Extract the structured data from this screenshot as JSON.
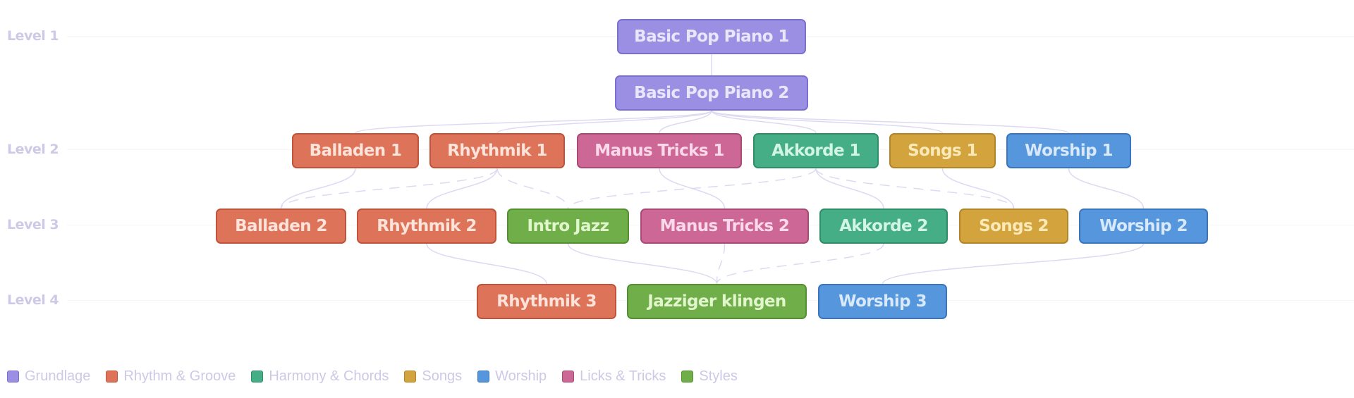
{
  "levels": [
    {
      "label": "Level 1"
    },
    {
      "label": "Level 2"
    },
    {
      "label": "Level 3"
    },
    {
      "label": "Level 4"
    }
  ],
  "categories": {
    "grundlage": {
      "label": "Grundlage",
      "fill": "#9a8fe2",
      "border": "#7c6fd4",
      "text": "#e9e6fb"
    },
    "rhythm": {
      "label": "Rhythm & Groove",
      "fill": "#dd745a",
      "border": "#c0533a",
      "text": "#fde3d9"
    },
    "harmony": {
      "label": "Harmony & Chords",
      "fill": "#45ae86",
      "border": "#2f8e68",
      "text": "#d3f5e6"
    },
    "songs": {
      "label": "Songs",
      "fill": "#d3a33d",
      "border": "#b3852a",
      "text": "#fbeab8"
    },
    "worship": {
      "label": "Worship",
      "fill": "#5596dc",
      "border": "#3a76bf",
      "text": "#d8e9fb"
    },
    "licks": {
      "label": "Licks & Tricks",
      "fill": "#cd6896",
      "border": "#a94a76",
      "text": "#fbd9ea"
    },
    "styles": {
      "label": "Styles",
      "fill": "#70ae4a",
      "border": "#53902f",
      "text": "#e1f6cc"
    }
  },
  "legend": [
    "grundlage",
    "rhythm",
    "harmony",
    "songs",
    "worship",
    "licks",
    "styles"
  ],
  "nodes": [
    {
      "id": "bpp1",
      "label": "Basic Pop Piano 1",
      "category": "grundlage",
      "level": 1
    },
    {
      "id": "bpp2",
      "label": "Basic Pop Piano 2",
      "category": "grundlage",
      "level": 1
    },
    {
      "id": "balladen1",
      "label": "Balladen 1",
      "category": "rhythm",
      "level": 2
    },
    {
      "id": "rhythmik1",
      "label": "Rhythmik 1",
      "category": "rhythm",
      "level": 2
    },
    {
      "id": "manus1",
      "label": "Manus Tricks 1",
      "category": "licks",
      "level": 2
    },
    {
      "id": "akkorde1",
      "label": "Akkorde 1",
      "category": "harmony",
      "level": 2
    },
    {
      "id": "songs1",
      "label": "Songs 1",
      "category": "songs",
      "level": 2
    },
    {
      "id": "worship1",
      "label": "Worship 1",
      "category": "worship",
      "level": 2
    },
    {
      "id": "balladen2",
      "label": "Balladen 2",
      "category": "rhythm",
      "level": 3
    },
    {
      "id": "rhythmik2",
      "label": "Rhythmik 2",
      "category": "rhythm",
      "level": 3
    },
    {
      "id": "introjazz",
      "label": "Intro Jazz",
      "category": "styles",
      "level": 3
    },
    {
      "id": "manus2",
      "label": "Manus Tricks 2",
      "category": "licks",
      "level": 3
    },
    {
      "id": "akkorde2",
      "label": "Akkorde 2",
      "category": "harmony",
      "level": 3
    },
    {
      "id": "songs2",
      "label": "Songs 2",
      "category": "songs",
      "level": 3
    },
    {
      "id": "worship2",
      "label": "Worship 2",
      "category": "worship",
      "level": 3
    },
    {
      "id": "rhythmik3",
      "label": "Rhythmik 3",
      "category": "rhythm",
      "level": 4
    },
    {
      "id": "jazziger",
      "label": "Jazziger klingen",
      "category": "styles",
      "level": 4
    },
    {
      "id": "worship3",
      "label": "Worship 3",
      "category": "worship",
      "level": 4
    }
  ],
  "edges": [
    {
      "from": "bpp1",
      "to": "bpp2",
      "type": "required"
    },
    {
      "from": "bpp2",
      "to": "balladen1",
      "type": "required"
    },
    {
      "from": "bpp2",
      "to": "rhythmik1",
      "type": "required"
    },
    {
      "from": "bpp2",
      "to": "manus1",
      "type": "required"
    },
    {
      "from": "bpp2",
      "to": "akkorde1",
      "type": "required"
    },
    {
      "from": "bpp2",
      "to": "songs1",
      "type": "required"
    },
    {
      "from": "bpp2",
      "to": "worship1",
      "type": "required"
    },
    {
      "from": "balladen1",
      "to": "balladen2",
      "type": "required"
    },
    {
      "from": "rhythmik1",
      "to": "rhythmik2",
      "type": "required"
    },
    {
      "from": "manus1",
      "to": "manus2",
      "type": "required"
    },
    {
      "from": "akkorde1",
      "to": "akkorde2",
      "type": "required"
    },
    {
      "from": "songs1",
      "to": "songs2",
      "type": "required"
    },
    {
      "from": "worship1",
      "to": "worship2",
      "type": "required"
    },
    {
      "from": "rhythmik1",
      "to": "balladen2",
      "type": "recommended"
    },
    {
      "from": "rhythmik1",
      "to": "introjazz",
      "type": "recommended"
    },
    {
      "from": "akkorde1",
      "to": "introjazz",
      "type": "recommended"
    },
    {
      "from": "akkorde1",
      "to": "songs2",
      "type": "recommended"
    },
    {
      "from": "rhythmik2",
      "to": "rhythmik3",
      "type": "required"
    },
    {
      "from": "introjazz",
      "to": "jazziger",
      "type": "required"
    },
    {
      "from": "manus2",
      "to": "jazziger",
      "type": "recommended"
    },
    {
      "from": "akkorde2",
      "to": "jazziger",
      "type": "recommended"
    },
    {
      "from": "worship2",
      "to": "worship3",
      "type": "required"
    }
  ],
  "edge_color": "#dcdaf2"
}
